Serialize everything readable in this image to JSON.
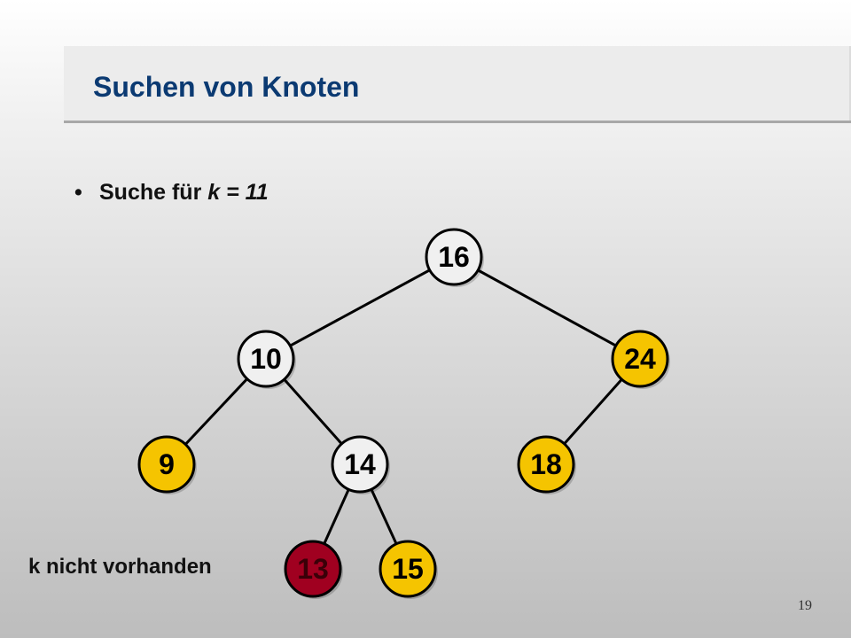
{
  "slide": {
    "title": "Suchen von Knoten",
    "bullet": {
      "prefix": "Suche für ",
      "var": "k",
      "rest": " = 11"
    },
    "note": "k nicht vorhanden",
    "page_number": "19"
  },
  "colors": {
    "title": "#0b3a72",
    "visited_fill": "#f0f0f0",
    "default_fill": "#f5c400",
    "final_fill": "#a00020",
    "final_text": "#3a0008"
  },
  "tree": {
    "nodes": [
      {
        "id": "n16",
        "label": "16",
        "state": "visited"
      },
      {
        "id": "n10",
        "label": "10",
        "state": "visited"
      },
      {
        "id": "n24",
        "label": "24",
        "state": "default"
      },
      {
        "id": "n9",
        "label": "9",
        "state": "default"
      },
      {
        "id": "n14",
        "label": "14",
        "state": "visited"
      },
      {
        "id": "n18",
        "label": "18",
        "state": "default"
      },
      {
        "id": "n13",
        "label": "13",
        "state": "final"
      },
      {
        "id": "n15",
        "label": "15",
        "state": "default"
      }
    ],
    "edges": [
      [
        "n16",
        "n10"
      ],
      [
        "n16",
        "n24"
      ],
      [
        "n10",
        "n9"
      ],
      [
        "n10",
        "n14"
      ],
      [
        "n24",
        "n18"
      ],
      [
        "n14",
        "n13"
      ],
      [
        "n14",
        "n15"
      ]
    ]
  }
}
